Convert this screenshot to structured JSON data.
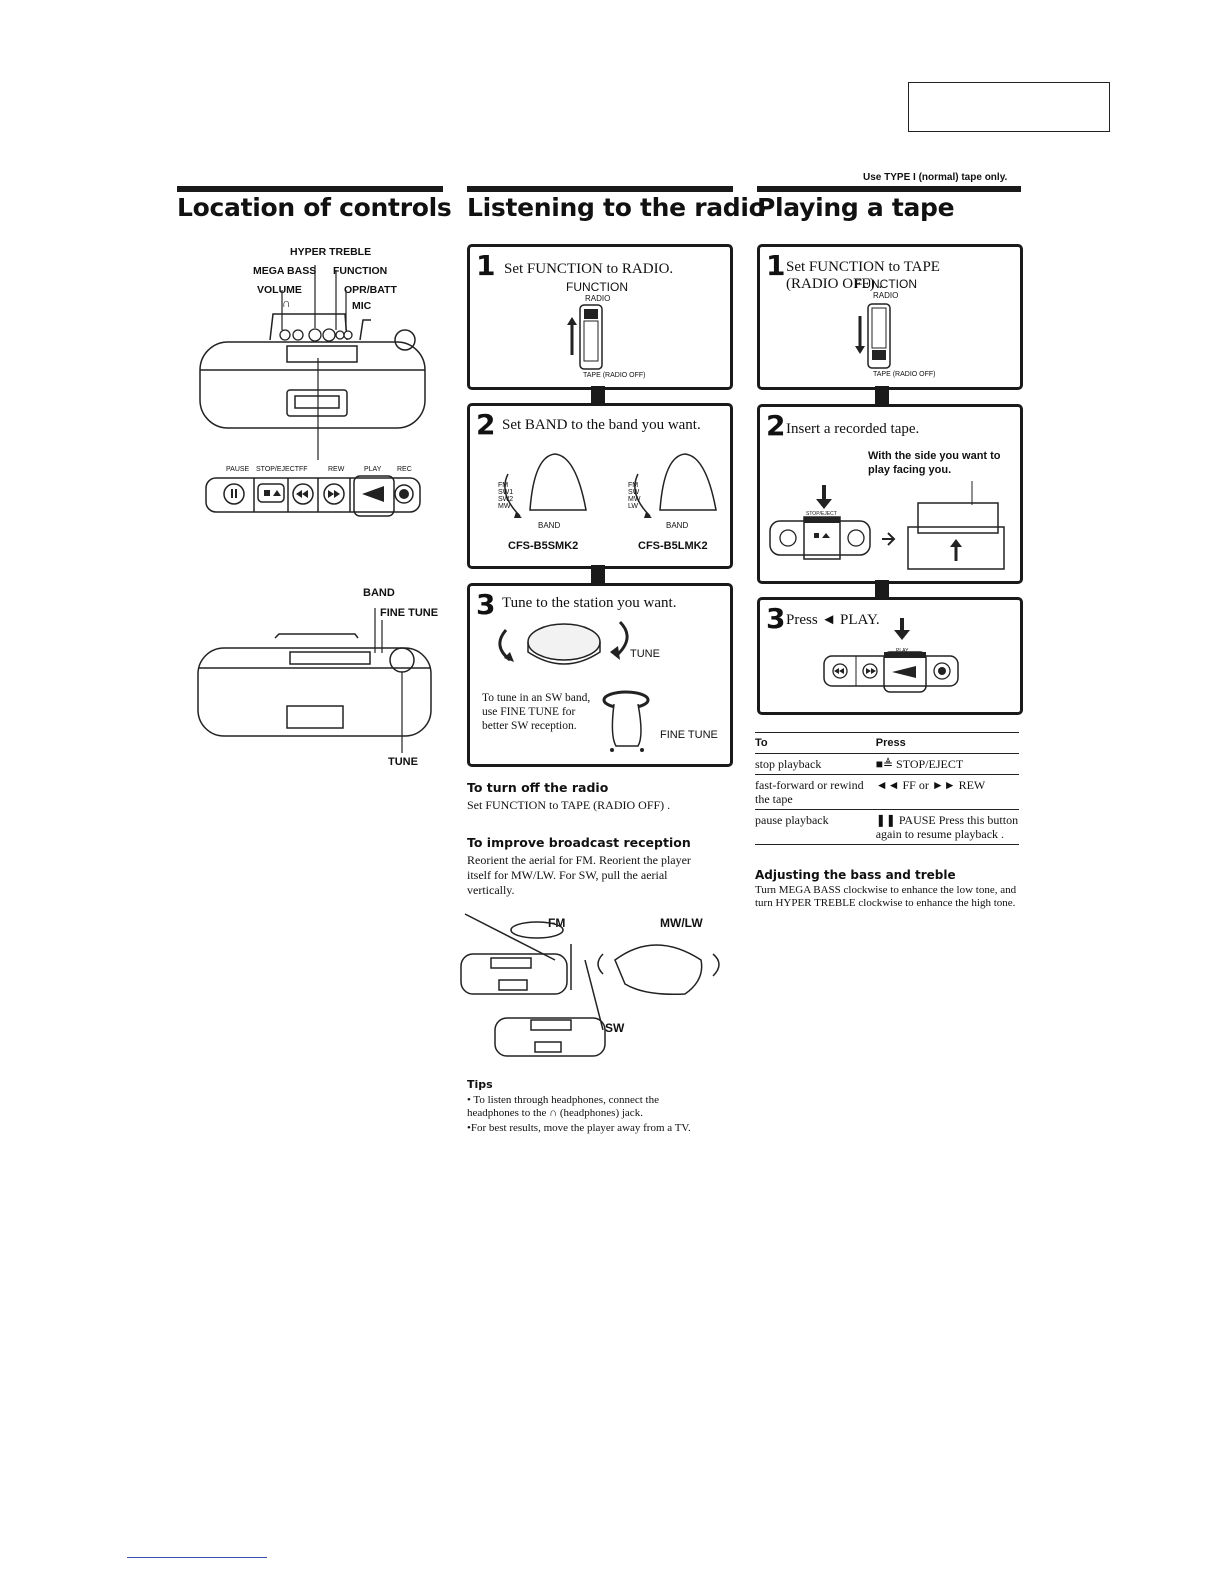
{
  "tape_note": "Use TYPE I (normal) tape only.",
  "columns": {
    "controls": {
      "title": "Location of controls",
      "labels": {
        "hyper_treble": "HYPER TREBLE",
        "mega_bass": "MEGA BASS",
        "function": "FUNCTION",
        "volume": "VOLUME",
        "opr_batt": "OPR/BATT",
        "mic": "MIC",
        "band": "BAND",
        "fine_tune": "FINE TUNE",
        "tune": "TUNE"
      },
      "buttons": [
        "PAUSE",
        "STOP/EJECT",
        "FF",
        "REW",
        "PLAY",
        "REC"
      ]
    },
    "radio": {
      "title": "Listening to the radio",
      "steps": [
        {
          "num": "1",
          "text": "Set FUNCTION to RADIO.",
          "fig_label": "FUNCTION",
          "fig_top": "RADIO",
          "fig_bottom": "TAPE (RADIO OFF)"
        },
        {
          "num": "2",
          "text": "Set BAND to the band you want.",
          "band_label": "BAND",
          "model_a": "CFS-B5SMK2",
          "model_b": "CFS-B5LMK2",
          "bands_a": [
            "FM",
            "SW1",
            "SW2",
            "MW"
          ],
          "bands_b": [
            "FM",
            "SW",
            "MW",
            "LW"
          ]
        },
        {
          "num": "3",
          "text": "Tune to the station you want.",
          "tune_label": "TUNE",
          "note": "To tune in an SW band, use FINE TUNE for better SW reception.",
          "fine_label": "FINE TUNE"
        }
      ],
      "turn_off": {
        "heading": "To turn off the radio",
        "text": "Set FUNCTION to TAPE (RADIO OFF) ."
      },
      "reception": {
        "heading": "To improve broadcast reception",
        "text": "Reorient the aerial for FM. Reorient the player itself for MW/LW. For SW, pull the aerial vertically.",
        "fm": "FM",
        "mwlw": "MW/LW",
        "sw": "SW"
      },
      "tips": {
        "heading": "Tips",
        "items": [
          "• To listen through headphones, connect the headphones to the ∩ (headphones) jack.",
          "•For best results, move the player away from a TV."
        ]
      }
    },
    "tape": {
      "title": "Playing a tape",
      "steps": [
        {
          "num": "1",
          "text": "Set FUNCTION to TAPE (RADIO OFF) .",
          "fig_label": "FUNCTION",
          "fig_top": "RADIO",
          "fig_bottom": "TAPE (RADIO OFF)"
        },
        {
          "num": "2",
          "text": "Insert a recorded tape.",
          "note": "With the side you want to play facing you.",
          "btn_label": "STOP/EJECT"
        },
        {
          "num": "3",
          "text": "Press ◄ PLAY.",
          "btn_label": "PLAY"
        }
      ],
      "table": {
        "headers": [
          "To",
          "Press"
        ],
        "rows": [
          [
            "stop playback",
            "■≜ STOP/EJECT"
          ],
          [
            "fast-forward or rewind the tape",
            "◄◄ FF or ►► REW"
          ],
          [
            "pause playback",
            "❚❚ PAUSE Press this button again to resume playback ."
          ]
        ]
      },
      "adjust": {
        "heading": "Adjusting the bass and treble",
        "text": "Turn MEGA BASS clockwise to enhance the low tone, and turn HYPER TREBLE clockwise to enhance the high tone."
      }
    }
  }
}
